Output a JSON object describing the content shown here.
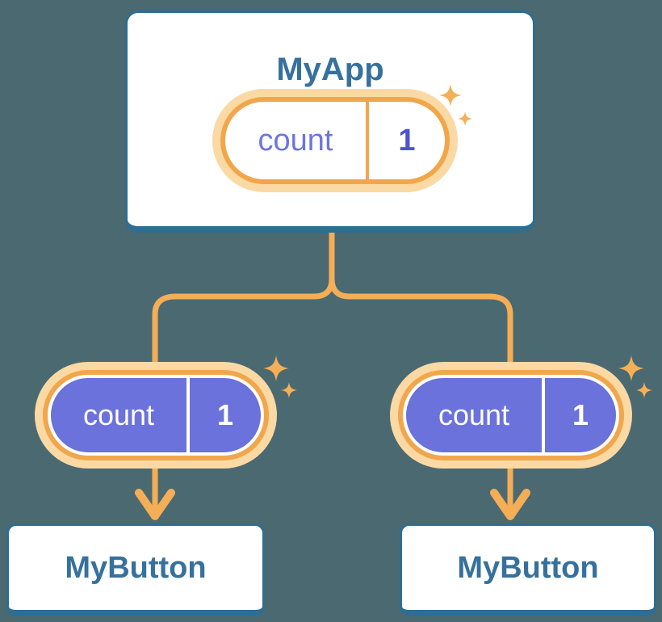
{
  "diagram": {
    "description": "Component tree: parent passes state down as props to two children",
    "root": {
      "title": "MyApp",
      "state": {
        "name": "count",
        "value": "1"
      }
    },
    "children": [
      {
        "title": "MyButton",
        "prop": {
          "name": "count",
          "value": "1"
        }
      },
      {
        "title": "MyButton",
        "prop": {
          "name": "count",
          "value": "1"
        }
      }
    ],
    "icons": {
      "sparkle": "four-point-sparkle"
    },
    "colors": {
      "background": "#4B6970",
      "card_fill": "#FFFFFF",
      "card_border_blue": "#2D6E92",
      "component_label_blue": "#36719D",
      "connector_orange": "#F4AE56",
      "pill_ring_orange": "#F2A64B",
      "pill_halo_pale_orange": "#FBD9A4",
      "prop_pill_purple": "#6B72DB",
      "state_name_purple": "#6C75DF",
      "state_value_indigo": "#4E54D0",
      "prop_pill_text": "#FFFFFF"
    }
  }
}
